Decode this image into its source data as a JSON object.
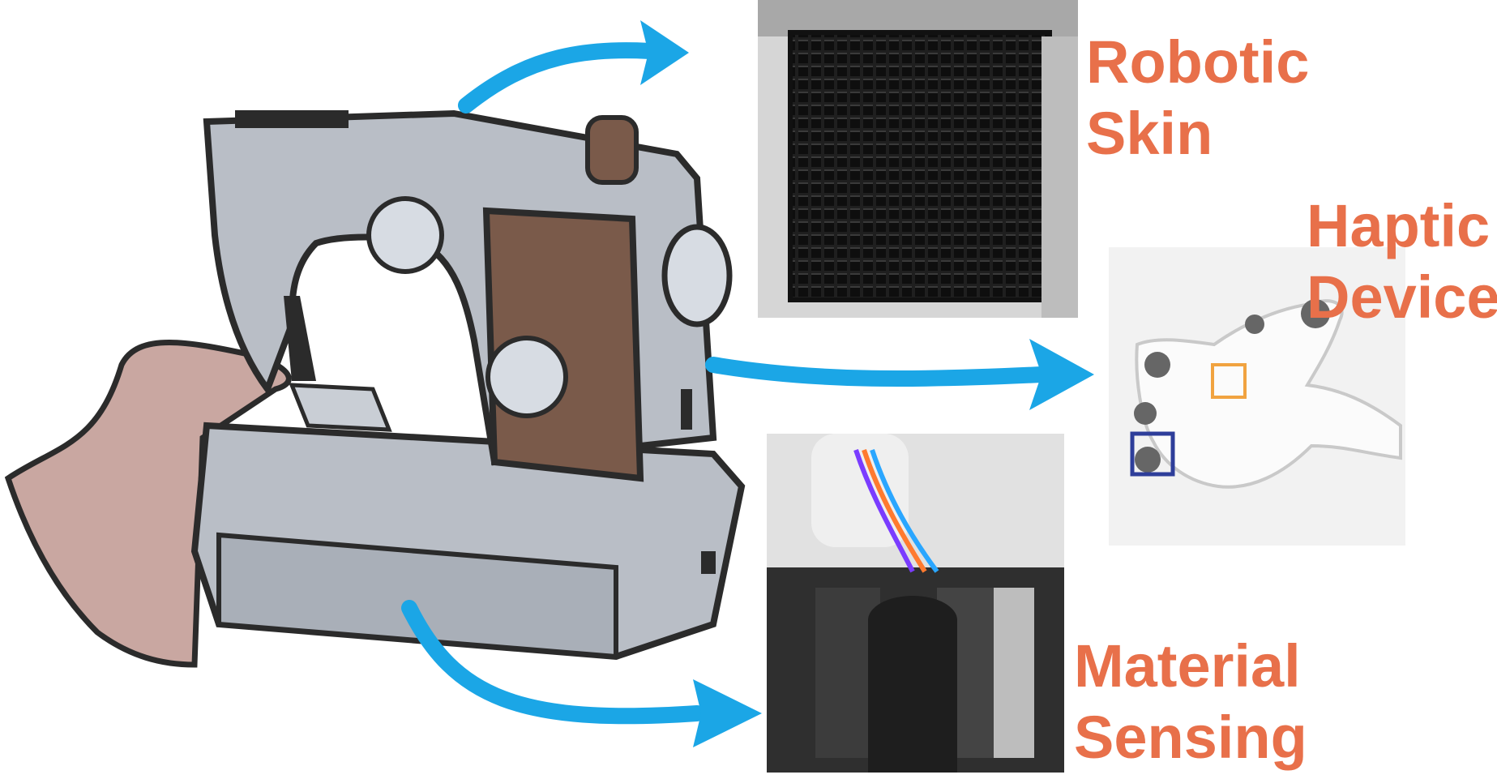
{
  "labels": {
    "robotic_skin": {
      "line1": "Robotic",
      "line2": "Skin"
    },
    "haptic_device": {
      "line1": "Haptic",
      "line2": "Device"
    },
    "material_sensing": {
      "line1": "Material",
      "line2": "Sensing"
    }
  },
  "colors": {
    "label_orange": "#E8704A",
    "arrow_blue": "#1BA6E6",
    "machine_gray": "#B9BEC6",
    "machine_outline": "#2B2B2B",
    "machine_panel_brown": "#7A5A4A",
    "fabric": "#C9A7A1",
    "haptic_box_orange": "#F1A340",
    "haptic_box_blue": "#2E3E9A"
  },
  "icons": {
    "sewing_machine": "sewing-machine-illustration",
    "arrows": "curved-arrow-icon"
  }
}
